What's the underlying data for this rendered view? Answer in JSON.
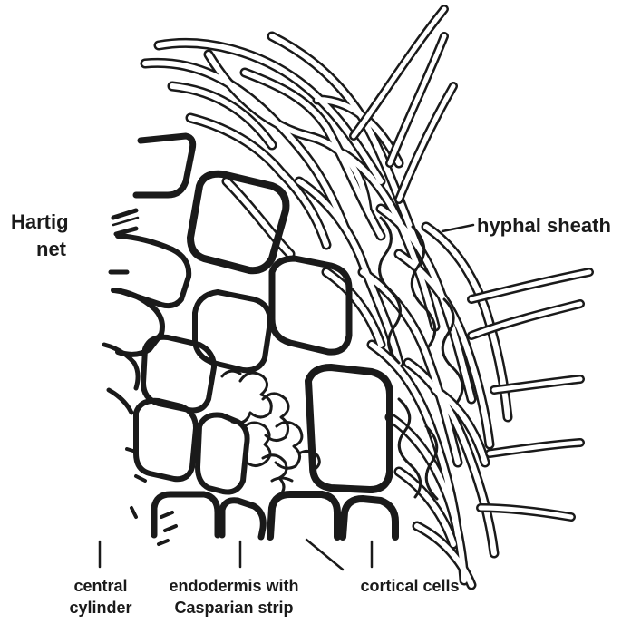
{
  "labels": {
    "hartig_line1": "Hartig",
    "hartig_line2": "net",
    "hyphal_sheath": "hyphal sheath",
    "central_line1": "central",
    "central_line2": "cylinder",
    "endodermis_line1": "endodermis with",
    "endodermis_line2": "Casparian strip",
    "cortical": "cortical cells"
  },
  "colors": {
    "ink": "#1a1a1a",
    "paper": "#ffffff"
  }
}
